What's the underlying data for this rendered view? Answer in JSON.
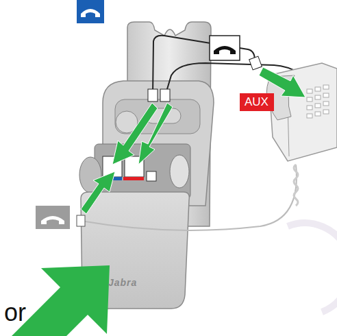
{
  "diagram": {
    "nodes": [
      {
        "text": [
          "AUX"
        ]
      },
      {
        "text": [
          "or"
        ]
      }
    ],
    "labels": [
      "Jabra"
    ]
  }
}
